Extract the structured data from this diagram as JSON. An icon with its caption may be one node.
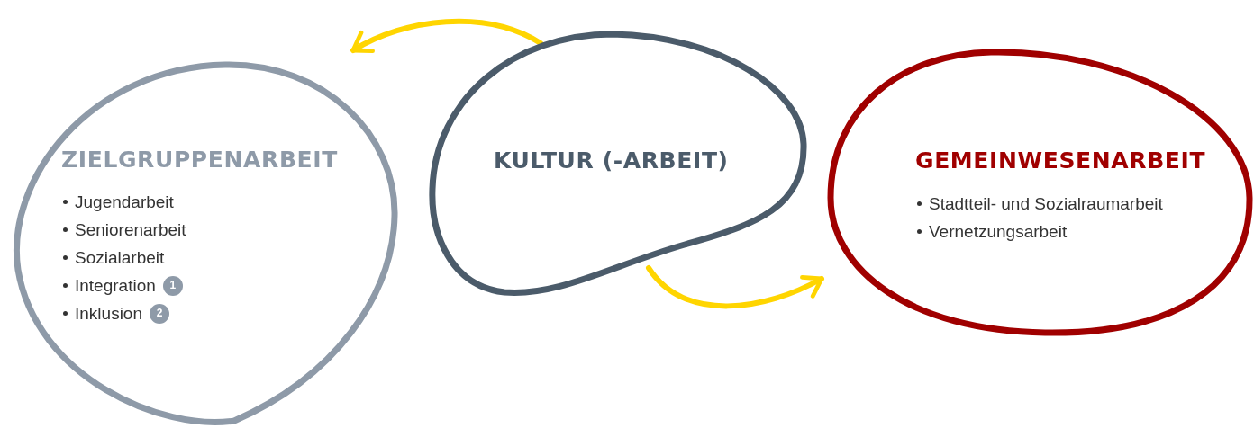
{
  "diagram": {
    "nodes": [
      {
        "text": [
          "ZIELGRUPPENARBEIT",
          "Jugendarbeit",
          "Seniorenarbeit",
          "Sozialarbeit",
          "Integration",
          "Inklusion"
        ]
      },
      {
        "text": [
          "KULTUR (-ARBEIT)"
        ]
      },
      {
        "text": [
          "GEMEINWESENARBEIT",
          "Stadtteil- und Sozialraumarbeit",
          "Vernetzungsarbeit"
        ]
      }
    ],
    "edges": [
      {
        "from": 1,
        "to": 0,
        "arrow": "to"
      },
      {
        "from": 1,
        "to": 2,
        "arrow": "to"
      }
    ],
    "labels": [
      "1",
      "2"
    ]
  }
}
